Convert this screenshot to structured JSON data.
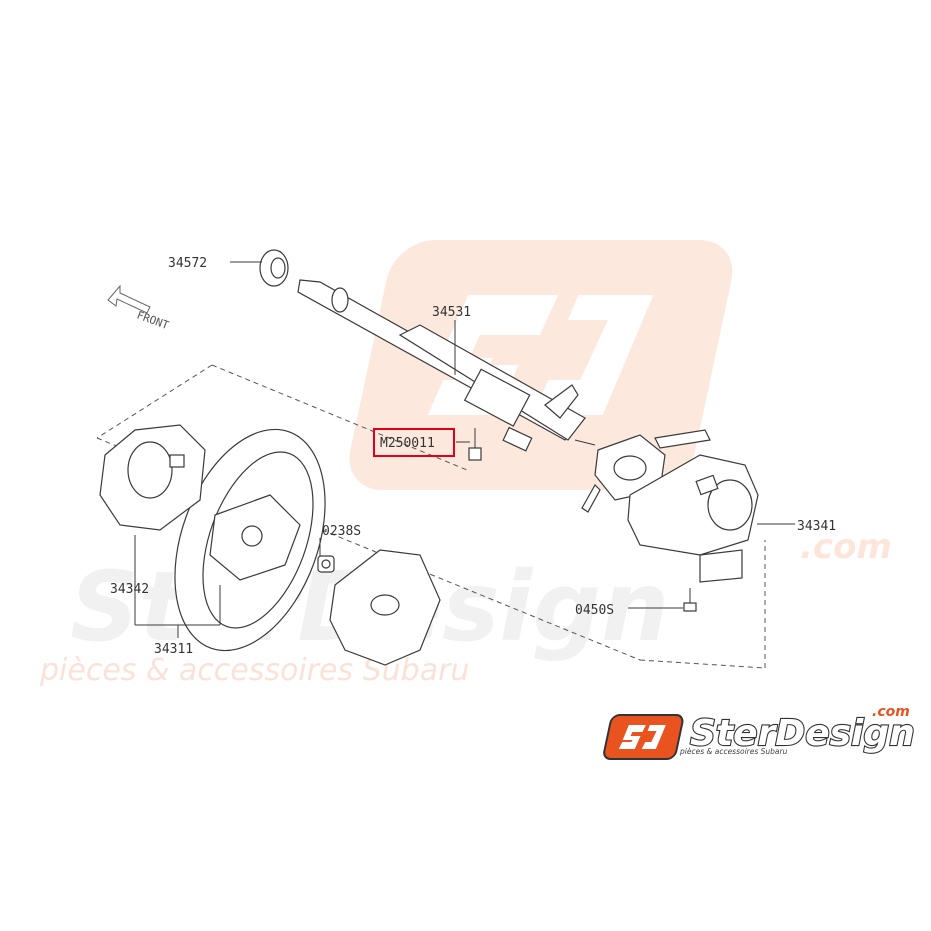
{
  "watermark": {
    "brand": "SterDesign",
    "domain": ".com",
    "tagline": "pièces & accessoires Subaru"
  },
  "logo": {
    "brand": "SterDesign",
    "domain": ".com",
    "tagline": "pièces & accessoires Subaru"
  },
  "direction_label": "FRONT",
  "callouts": {
    "p34572": "34572",
    "p34531": "34531",
    "m250011": "M250011",
    "p0238s": "0238S",
    "p34341": "34341",
    "p34342": "34342",
    "p0450s": "0450S",
    "p34311": "34311"
  },
  "colors": {
    "accent": "#e8531f",
    "highlight": "#e0001a",
    "ink": "#333333"
  }
}
